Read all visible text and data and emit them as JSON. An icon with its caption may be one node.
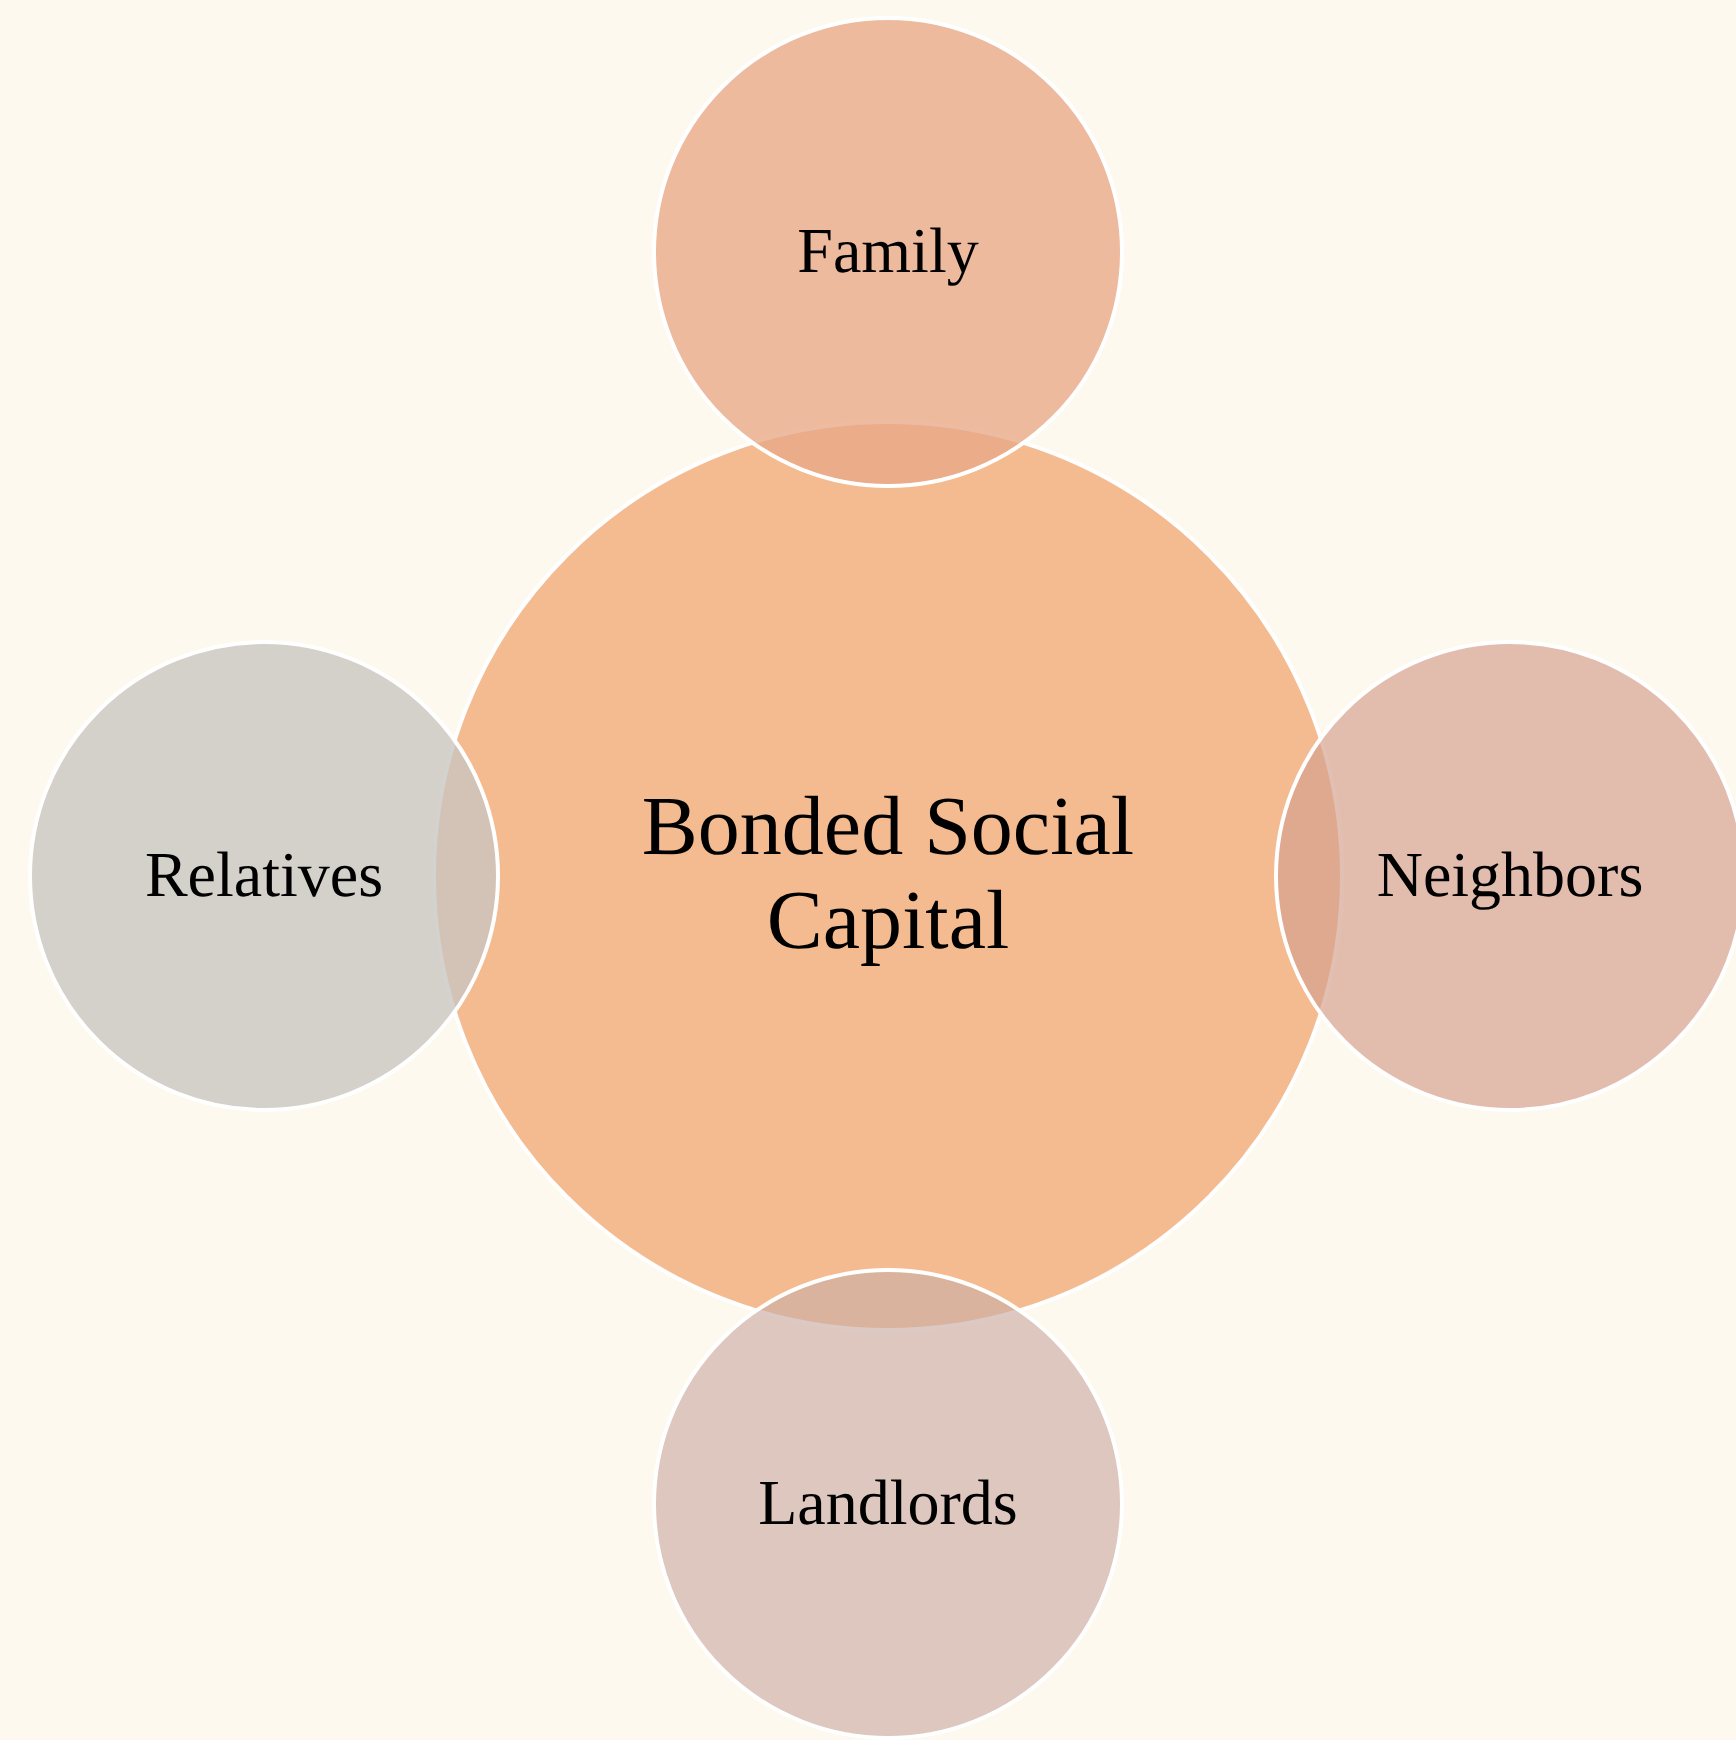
{
  "diagram": {
    "nodes": [
      {
        "text": [
          "Family"
        ]
      },
      {
        "text": [
          "Relatives"
        ]
      },
      {
        "text": [
          "Bonded Social Capital"
        ]
      },
      {
        "text": [
          "Neighbors"
        ]
      },
      {
        "text": [
          "Landlords"
        ]
      }
    ]
  }
}
